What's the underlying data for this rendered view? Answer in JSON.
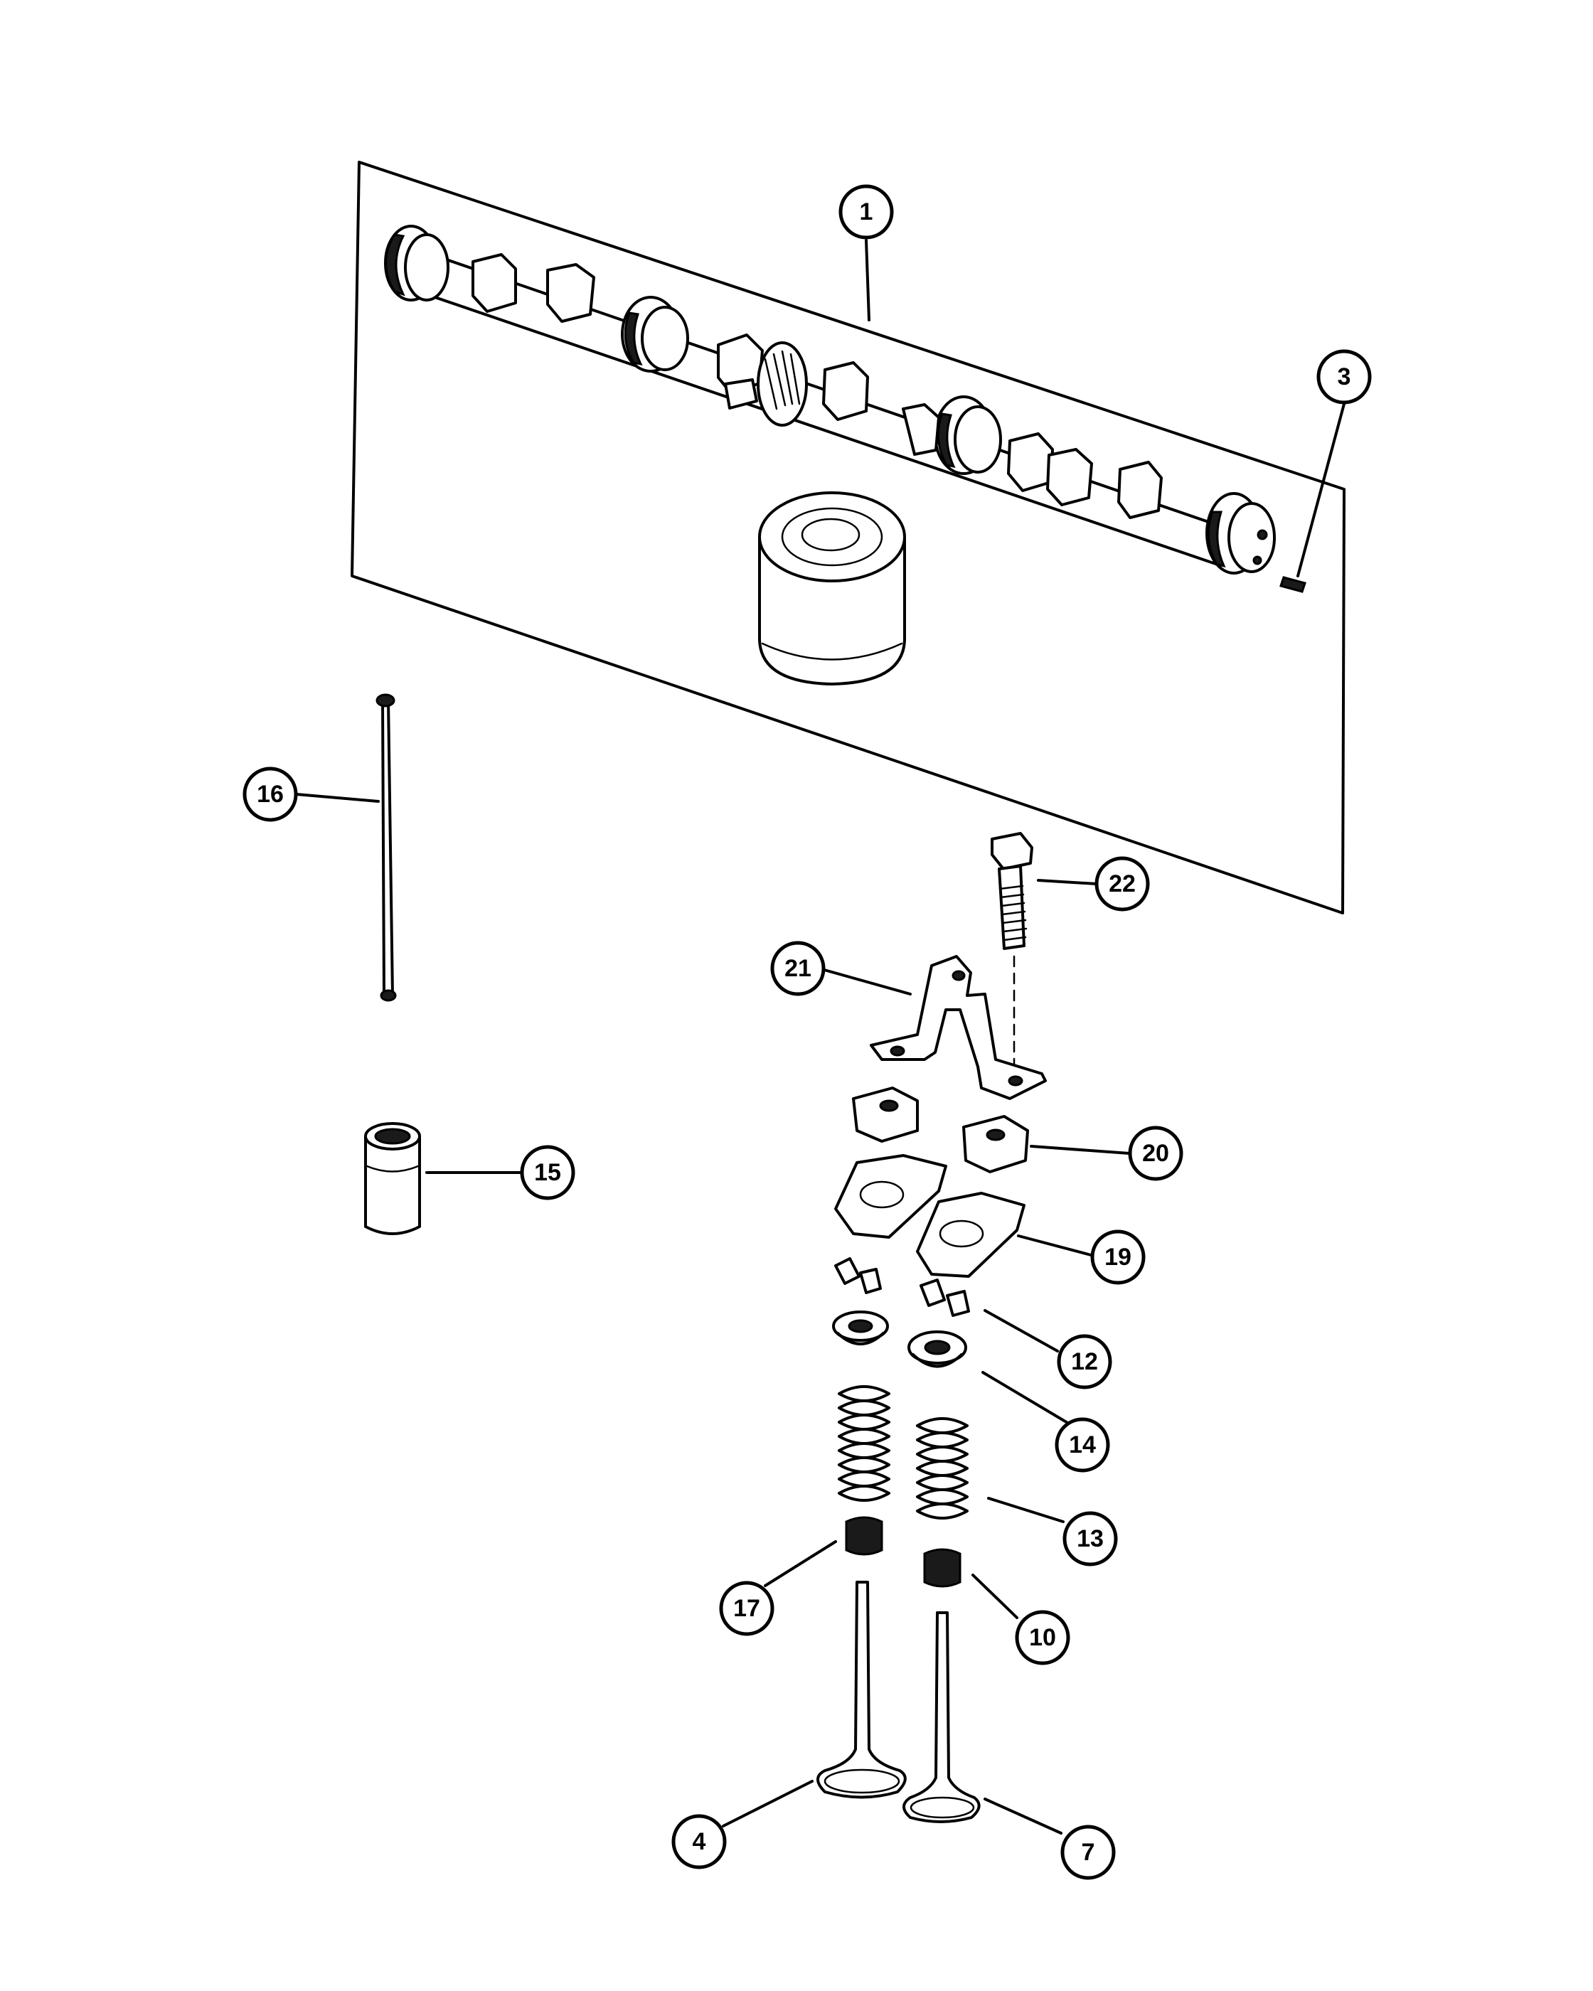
{
  "callouts": [
    {
      "id": "1",
      "label": "1"
    },
    {
      "id": "3",
      "label": "3"
    },
    {
      "id": "16",
      "label": "16"
    },
    {
      "id": "22",
      "label": "22"
    },
    {
      "id": "21",
      "label": "21"
    },
    {
      "id": "15",
      "label": "15"
    },
    {
      "id": "20",
      "label": "20"
    },
    {
      "id": "19",
      "label": "19"
    },
    {
      "id": "12",
      "label": "12"
    },
    {
      "id": "14",
      "label": "14"
    },
    {
      "id": "13",
      "label": "13"
    },
    {
      "id": "17",
      "label": "17"
    },
    {
      "id": "10",
      "label": "10"
    },
    {
      "id": "4",
      "label": "4"
    },
    {
      "id": "7",
      "label": "7"
    }
  ]
}
